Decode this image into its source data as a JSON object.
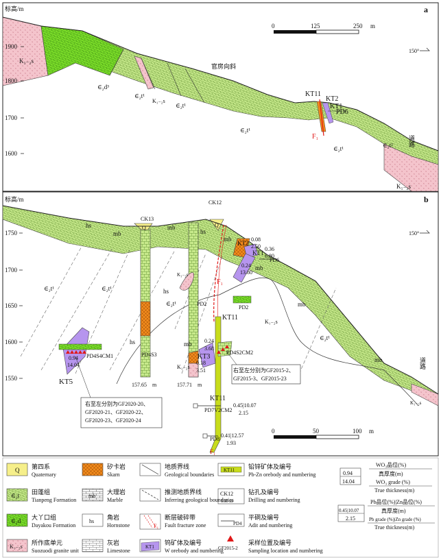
{
  "panel_a": {
    "letter": "a",
    "y_axis_label": "标高/m",
    "y_ticks": [
      "1900",
      "1800",
      "1700",
      "1600"
    ],
    "scale_bar": {
      "ticks": [
        "0",
        "125",
        "250"
      ],
      "unit": "m"
    },
    "north": "150°",
    "labels": {
      "k12s_left": "K₁₋₂s",
      "e2d3": "∈₂d³",
      "e2t1_a": "∈₂t¹",
      "k12s_mid": "K₁₋₂s",
      "e2t1_b": "∈₂t¹",
      "syncline": "官房向斜",
      "kt11": "KT11",
      "kt2": "KT2",
      "kt1": "KT1",
      "pd6": "PD6",
      "f1": "F₁",
      "e2t1_c": "∈₂t¹",
      "e2t1_d": "∈₂t¹",
      "e2t2": "∈₂t²",
      "road": "道路",
      "k12s_right": "K₁₋₂s"
    }
  },
  "panel_b": {
    "letter": "b",
    "y_axis_label": "标高/m",
    "y_ticks": [
      "1750",
      "1700",
      "1650",
      "1600",
      "1550"
    ],
    "north": "150°",
    "scale_bar": {
      "ticks": [
        "0",
        "50",
        "100"
      ],
      "unit": "m"
    },
    "labels": {
      "ck13": "CK13",
      "ck12": "CK12",
      "q1": "Q",
      "q2": "Q",
      "hs1": "hs",
      "mb1": "mb",
      "mb2": "mb",
      "hs2": "hs",
      "mb3": "mb",
      "kt2": "KT2",
      "kt1": "KT1",
      "pd6": "PD6",
      "v008": "0.08",
      "v250": "2.50",
      "v036": "0.36",
      "v680": "6.80",
      "v024a": "0.24",
      "v1380": "13.80",
      "f1": "F₁",
      "k12s_lens": "K₁₋₂s",
      "e2t1_left": "∈₂t¹",
      "e2t1_mid": "∈₂t¹",
      "pd2a": "PD2",
      "pd2b": "PD2",
      "hs3": "hs",
      "hs4": "hs",
      "mb4": "mb",
      "kt11a": "KT11",
      "k12s_center": "K₁₋₂s",
      "e2t1_right": "∈₂t¹",
      "mb5": "mb",
      "road": "道路",
      "v024b": "0.24",
      "v368": "3.68",
      "pd4s2cm2": "PD4S2CM2",
      "v018": "0.18",
      "kt3": "KT3",
      "v351": "3.51",
      "k12s_bottom": "K₁₋₂s",
      "callout_right": [
        "右至左分别为GF2015-2、",
        "GF2015-3、GF2015-23"
      ],
      "kt5": "KT5",
      "v094": "0.94",
      "v1404": "14.04",
      "pd4s4cm1": "PD4S4CM1",
      "pd4s3": "PD4S3",
      "depth13": "157.65",
      "depth13_unit": "m",
      "depth12": "157.71",
      "depth12_unit": "m",
      "kt11b": "KT11",
      "pd7v2cm2": "PD7V2CM2",
      "v045a": "0.45|10.07",
      "v215": "2.15",
      "pd8": "PD8",
      "v041": "0.41|12.57",
      "v193": "1.93",
      "f1b": "F₁",
      "k12s_br": "K₁₋₂s",
      "callout_left": [
        "右至左分别为GF2020-20、",
        "GF2020-21、GF2020-22、",
        "GF2020-23、GF2020-24"
      ]
    }
  },
  "legend": {
    "items": [
      {
        "key": "Q",
        "zh": "第四系",
        "en": "Quaternary"
      },
      {
        "key": "skarn",
        "zh": "矽卡岩",
        "en": "Skarn"
      },
      {
        "key": "geo",
        "zh": "地质界线",
        "en": "Geological boundaries"
      },
      {
        "key": "pbzn",
        "zh": "铅锌矿体及编号",
        "en": "Pb-Zn orebody and numbering",
        "sym": "KT11"
      },
      {
        "key": "e2t",
        "sym": "∈₂t",
        "zh": "田蓬组",
        "en": "Tianpeng Formation"
      },
      {
        "key": "marble",
        "sym": "mb",
        "zh": "大理岩",
        "en": "Marble"
      },
      {
        "key": "infer",
        "zh": "推测地质界线",
        "en": "Inferring geological boundaries"
      },
      {
        "key": "drill",
        "sym": "CK12",
        "sym2": "158 m",
        "zh": "钻孔及编号",
        "en": "Drilling and numbering"
      },
      {
        "key": "e2d",
        "sym": "∈₂d",
        "zh": "大丫口组",
        "en": "Dayakou Formation"
      },
      {
        "key": "hornstone",
        "sym": "hs",
        "zh": "角岩",
        "en": "Hornstone"
      },
      {
        "key": "fault",
        "sym": "F₁",
        "zh": "断层破碎带",
        "en": "Fault fracture zone"
      },
      {
        "key": "adit",
        "sym": "PD4",
        "zh": "平硐及编号",
        "en": "Adit and numbering"
      },
      {
        "key": "granite",
        "sym": "K₁₋₂s",
        "zh": "所作底单元",
        "en": "Suozuodi granite unit"
      },
      {
        "key": "limestone",
        "zh": "灰岩",
        "en": "Limestone"
      },
      {
        "key": "w",
        "sym": "KT1",
        "zh": "钨矿体及编号",
        "en": "W orebody and numbering"
      },
      {
        "key": "sample",
        "sym": "GF2015-2",
        "zh": "采样位置及编号",
        "en": "Sampling location and numbering"
      }
    ],
    "grade_w": {
      "v1": "0.94",
      "v2": "14.04",
      "zh1": "WO₃品位(%)",
      "zh2": "真厚度(m)",
      "en1": "WO₃ grade (%)",
      "en2": "True thickness(m)"
    },
    "grade_pbzn": {
      "v1": "0.45|10.07",
      "v2": "2.15",
      "zh1": "Pb品位(%)|Zn品位(%)",
      "zh2": "真厚度(m)",
      "en1": "Pb grade (%)|Zn grade (%)",
      "en2": "True thickness(m)"
    }
  },
  "colors": {
    "tianpeng": "#c8ea8c",
    "dayakou": "#7ee02a",
    "granite": "#f4c4cc",
    "skarn": "#f08a1c",
    "quaternary": "#f6ef8a",
    "w_ore": "#b695ee",
    "pbzn_ore": "#c8dc1c",
    "sample": "#e01818",
    "fault": "#e01818"
  }
}
